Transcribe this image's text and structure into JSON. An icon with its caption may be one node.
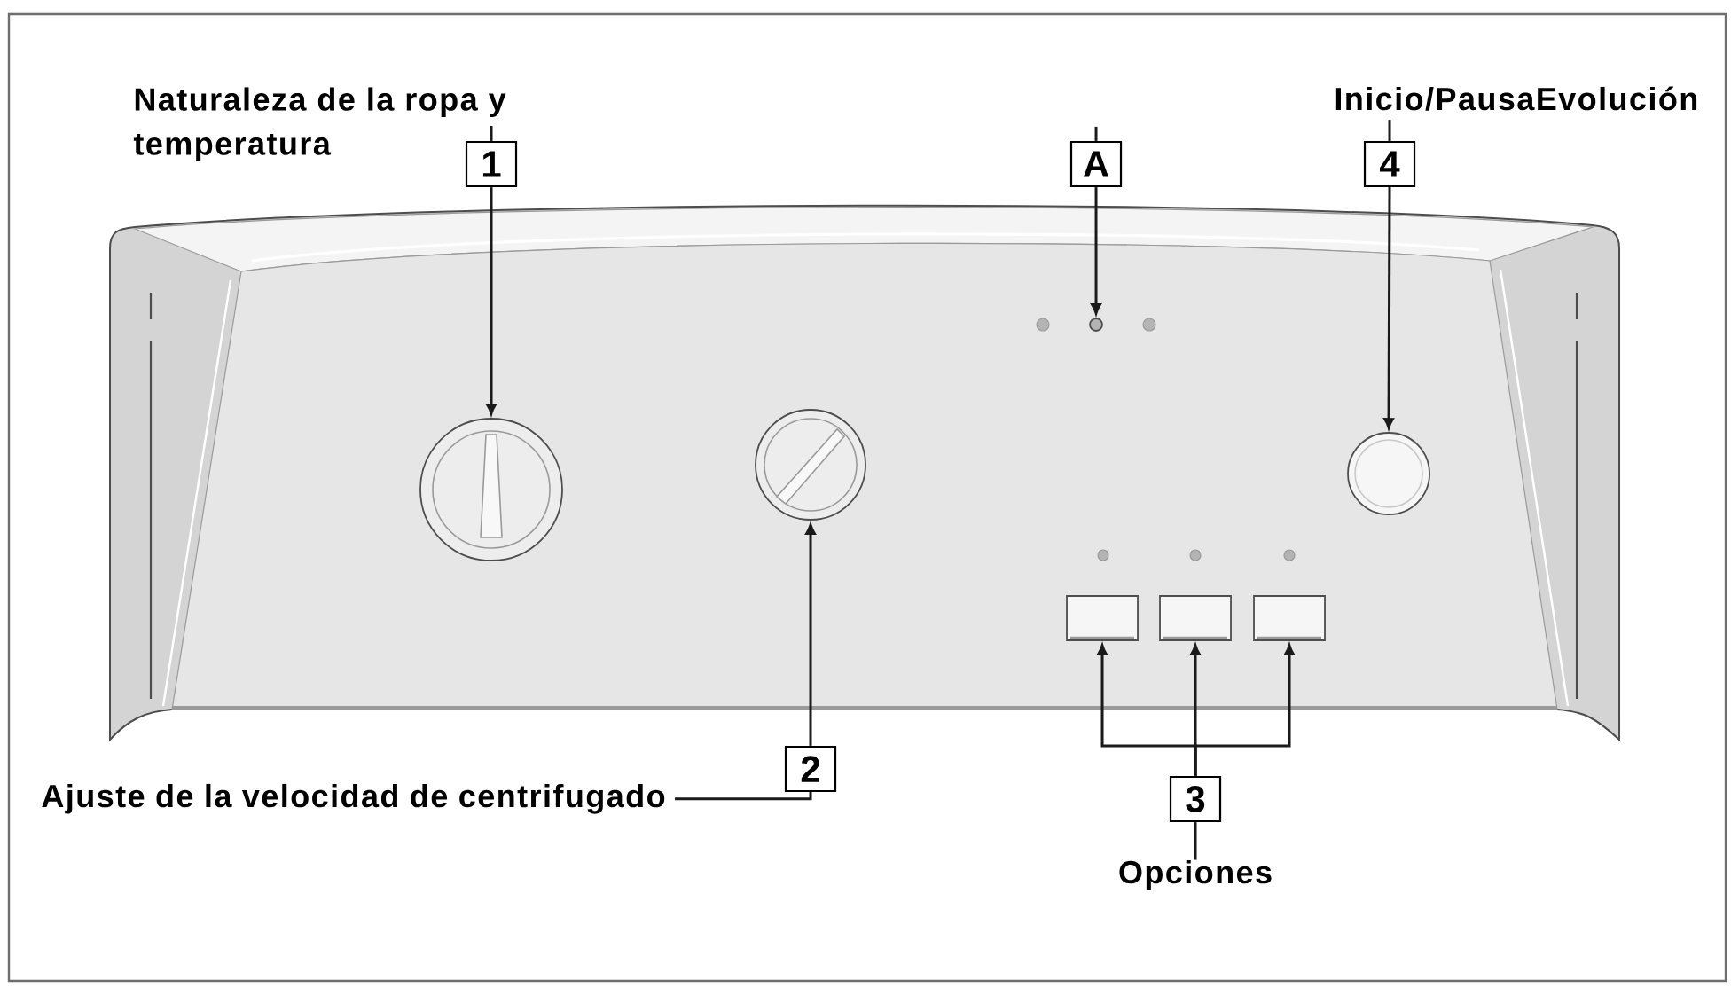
{
  "diagram": {
    "nodes": [
      {
        "text": [
          "Naturaleza de la ropa y temperatura"
        ]
      },
      {
        "text": [
          "1"
        ]
      },
      {
        "text": [
          "A"
        ]
      },
      {
        "text": [
          "Inicio/PausaEvolución"
        ]
      },
      {
        "text": [
          "4"
        ]
      },
      {
        "text": [],
        "shape": "circle"
      },
      {
        "text": [],
        "shape": "circle"
      },
      {
        "text": [],
        "shape": "circle"
      },
      {
        "text": [],
        "shape": "circle"
      },
      {
        "text": [],
        "shape": "box"
      },
      {
        "text": [],
        "shape": "box"
      },
      {
        "text": [],
        "shape": "box"
      },
      {
        "text": [
          "2"
        ]
      },
      {
        "text": [
          "Ajuste de la velocidad de centrifugado"
        ]
      },
      {
        "text": [
          "3"
        ]
      },
      {
        "text": [
          "Opciones"
        ]
      }
    ],
    "edges": [
      {
        "from": 0,
        "to": 1,
        "arrow": "none"
      },
      {
        "from": 1,
        "to": 5,
        "arrow": "to"
      },
      {
        "from": 2,
        "to": null,
        "arrow": "none"
      },
      {
        "from": 2,
        "to": 6,
        "arrow": "to"
      },
      {
        "from": 3,
        "to": 4,
        "arrow": "none"
      },
      {
        "from": 4,
        "to": 8,
        "arrow": "to"
      },
      {
        "from": 12,
        "to": 7,
        "arrow": "to"
      },
      {
        "from": 13,
        "to": 12,
        "arrow": "none"
      },
      {
        "from": 14,
        "to": 9,
        "arrow": "to"
      },
      {
        "from": 14,
        "to": 10,
        "arrow": "to"
      },
      {
        "from": 14,
        "to": 11,
        "arrow": "to"
      },
      {
        "from": 15,
        "to": 14,
        "arrow": "none"
      }
    ]
  }
}
